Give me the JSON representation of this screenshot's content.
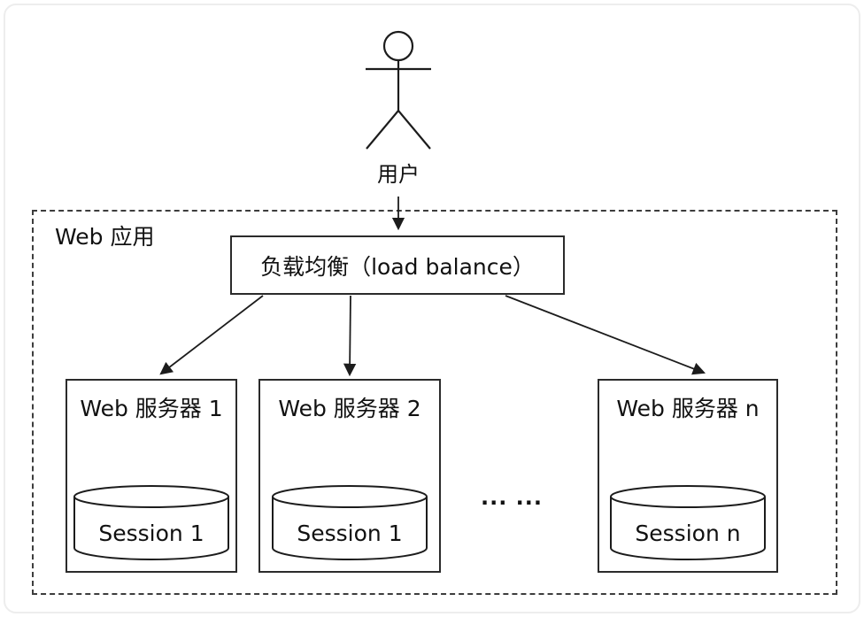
{
  "diagram": {
    "user": {
      "label": "用户"
    },
    "container": {
      "label": "Web 应用"
    },
    "load_balancer": {
      "label": "负载均衡（load balance）"
    },
    "servers": [
      {
        "label": "Web 服务器 1",
        "session": "Session 1"
      },
      {
        "label": "Web 服务器 2",
        "session": "Session 1"
      },
      {
        "label": "Web 服务器 n",
        "session": "Session n"
      }
    ],
    "ellipsis": "... ...",
    "colors": {
      "stroke": "#1c1c1c",
      "box_border": "#2b2b2b",
      "dashed_border": "#3d3d3d",
      "outer_frame": "#ededed",
      "background": "#ffffff"
    }
  }
}
